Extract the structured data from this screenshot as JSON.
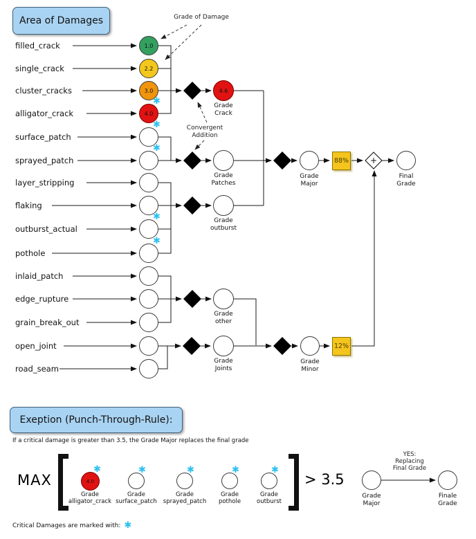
{
  "header": {
    "title": "Area of Damages"
  },
  "annotations": {
    "grade_of_damage": "Grade of Damage",
    "convergent_addition": "Convergent\nAddition"
  },
  "icons": {
    "critical_star": "✱"
  },
  "colors": {
    "grade_1": "#33a05f",
    "grade_2": "#f3c71b",
    "grade_3": "#f0940c",
    "grade_4": "#e11212",
    "weight_box": "#f5c51e",
    "title_box": "#a9d3f2",
    "critical_star": "#2ec0ef"
  },
  "damages": [
    {
      "label": "filled_crack",
      "grade": "1.0",
      "color": "#33a05f",
      "critical": false
    },
    {
      "label": "single_crack",
      "grade": "2.2",
      "color": "#f3c71b",
      "critical": false
    },
    {
      "label": "cluster_cracks",
      "grade": "3.0",
      "color": "#f0940c",
      "critical": false
    },
    {
      "label": "alligator_crack",
      "grade": "4.0",
      "color": "#e11212",
      "critical": true
    },
    {
      "label": "surface_patch",
      "critical": true
    },
    {
      "label": "sprayed_patch",
      "critical": true
    },
    {
      "label": "layer_stripping",
      "critical": false
    },
    {
      "label": "flaking",
      "critical": false
    },
    {
      "label": "outburst_actual",
      "critical": true
    },
    {
      "label": "pothole",
      "critical": true
    },
    {
      "label": "inlaid_patch",
      "critical": false
    },
    {
      "label": "edge_rupture",
      "critical": false
    },
    {
      "label": "grain_break_out",
      "critical": false
    },
    {
      "label": "open_joint",
      "critical": false
    },
    {
      "label": "road_seam",
      "critical": false
    }
  ],
  "nodes": {
    "grade_crack": {
      "label": "Grade\nCrack",
      "value": "4.6",
      "color": "#e11212"
    },
    "grade_patches": {
      "label": "Grade\nPatches"
    },
    "grade_outburst": {
      "label": "Grade\noutburst"
    },
    "grade_other": {
      "label": "Grade\nother"
    },
    "grade_joints": {
      "label": "Grade\nJoints"
    },
    "grade_major": {
      "label": "Grade\nMajor"
    },
    "grade_minor": {
      "label": "Grade\nMinor"
    },
    "final_grade": {
      "label": "Final\nGrade"
    },
    "major_weight": "88%",
    "minor_weight": "12%",
    "plus_operator": "+"
  },
  "exception": {
    "title": "Exeption (Punch-Through-Rule):",
    "subtitle": "If a critical damage is greater than 3.5, the Grade Major replaces the final grade",
    "max_label": "MAX",
    "comparison": "> 3.5",
    "items": [
      {
        "label": "Grade\nalligator_crack",
        "value": "4.0",
        "color": "#e11212",
        "critical": true
      },
      {
        "label": "Grade\nsurface_patch",
        "critical": true
      },
      {
        "label": "Grade\nsprayed_patch",
        "critical": true
      },
      {
        "label": "Grade\npothole",
        "critical": true
      },
      {
        "label": "Grade\noutburst",
        "critical": true
      }
    ],
    "yes_label": "YES:\nReplacing\nFinal Grade",
    "grade_major": {
      "label": "Grade\nMajor"
    },
    "finale_grade": {
      "label": "Finale\nGrade"
    }
  },
  "footer": {
    "critical_note": "Critical Damages are marked with:"
  }
}
